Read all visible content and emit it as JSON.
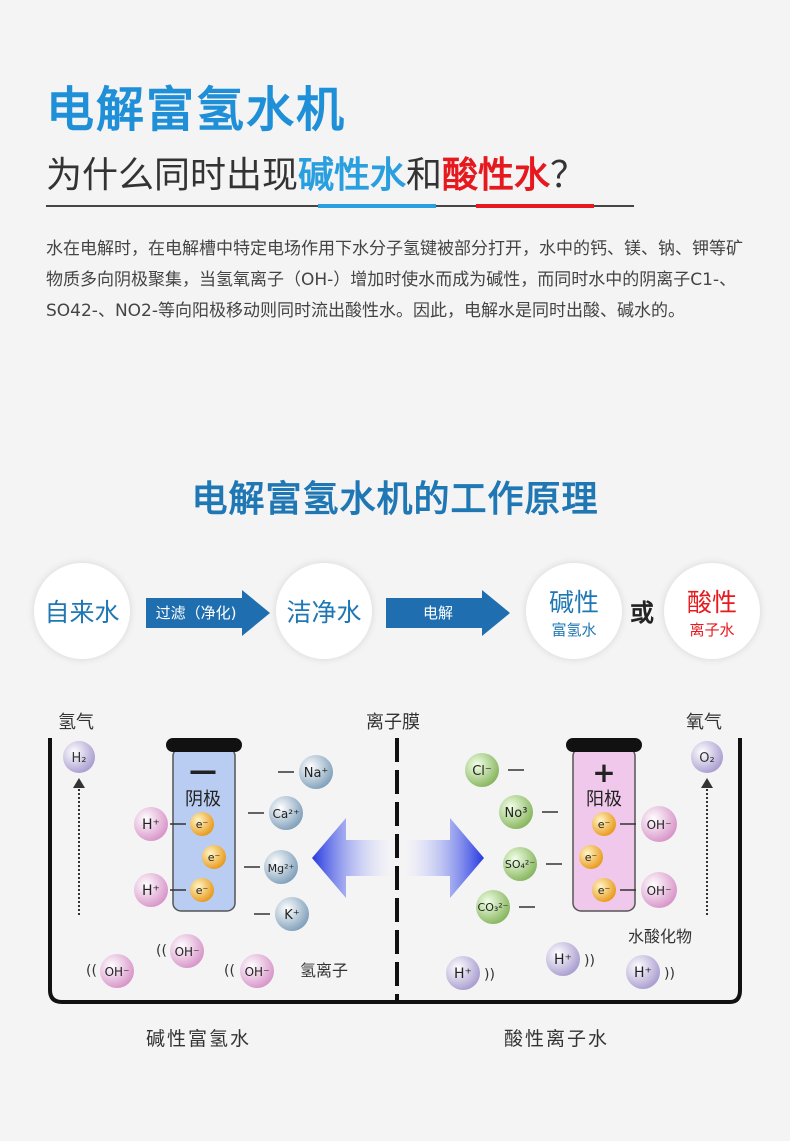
{
  "title": "电解富氢水机",
  "subtitle": {
    "prefix": "为什么同时出现",
    "alkaline": "碱性水",
    "middle": "和",
    "acidic": "酸性水",
    "suffix": "？"
  },
  "paragraph": "水在电解时，在电解槽中特定电场作用下水分子氢键被部分打开，水中的钙、镁、钠、钾等矿物质多向阴极聚集，当氢氧离子（OH-）增加时使水而成为碱性，而同时水中的阴离子C1-、SO42-、NO2-等向阳极移动则同时流出酸性水。因此，电解水是同时出酸、碱水的。",
  "section_title": "电解富氢水机的工作原理",
  "flow": {
    "step1": "自来水",
    "arrow1": "过滤（净化)",
    "step2": "洁净水",
    "arrow2": "电解",
    "result1_big": "碱性",
    "result1_small": "富氢水",
    "or": "或",
    "result2_big": "酸性",
    "result2_small": "离子水"
  },
  "diagram": {
    "hydrogen_gas": "氢气",
    "membrane": "离子膜",
    "oxygen_gas": "氧气",
    "h2": "H₂",
    "o2": "O₂",
    "cathode_sign": "—",
    "cathode": "阴极",
    "anode_sign": "+",
    "anode": "阳极",
    "electron": "e⁻",
    "h_plus": "H⁺",
    "oh_minus": "OH⁻",
    "na": "Na⁺",
    "ca": "Ca²⁺",
    "mg": "Mg²⁺",
    "k": "K⁺",
    "cl": "Cl⁻",
    "no3": "No³",
    "so4": "SO₄²⁻",
    "co3": "CO₃²⁻",
    "hydrogen_ion": "氢离子",
    "hydroxide": "水酸化物",
    "alkaline_water": "碱性富氢水",
    "acidic_water": "酸性离子水"
  },
  "colors": {
    "title_blue": "#1f8fd8",
    "highlight_blue": "#2a9fe0",
    "highlight_red": "#e6191e",
    "arrow_blue": "#1f6fb0"
  }
}
